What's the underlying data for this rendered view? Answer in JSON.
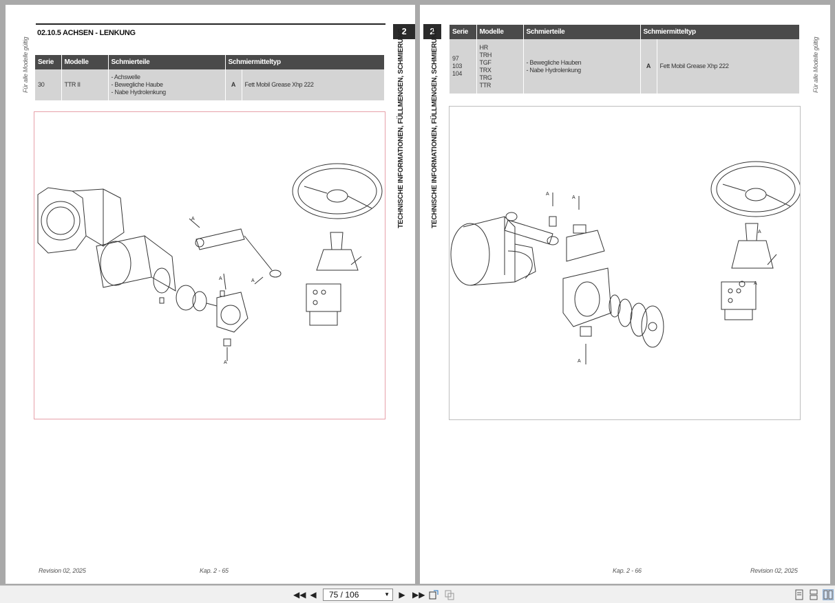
{
  "left_page": {
    "side_note": "Für alle Modelle gültig",
    "vertical_title": "TECHNISCHE INFORMATIONEN, FÜLLMENGEN, SCHMIERUNG",
    "chapter": "2",
    "section_title": "02.10.5   ACHSEN - LENKUNG",
    "table": {
      "headers": [
        "Serie",
        "Modelle",
        "Schmierteile",
        "Schmiermitteltyp"
      ],
      "row": {
        "serie": "30",
        "modelle": "TTR II",
        "schmierteile": [
          "- Achswelle",
          "- Bewegliche Haube",
          "- Nabe Hydrolenkung"
        ],
        "code": "A",
        "type": "Fett Mobil Grease Xhp 222"
      }
    },
    "figure_labels": [
      "A",
      "A",
      "A",
      "A"
    ],
    "footer_left": "Revision 02, 2025",
    "footer_page": "Kap. 2 - 65"
  },
  "right_page": {
    "side_note": "Für alle Modelle gültig",
    "vertical_title": "TECHNISCHE INFORMATIONEN, FÜLLMENGEN, SCHMIERUNG",
    "chapter": "2",
    "table": {
      "headers": [
        "Serie",
        "Modelle",
        "Schmierteile",
        "Schmiermitteltyp"
      ],
      "row": {
        "serie": [
          "97",
          "103",
          "104"
        ],
        "modelle": [
          "HR",
          "TRH",
          "TGF",
          "TRX",
          "TRG",
          "TTR"
        ],
        "schmierteile": [
          "- Bewegliche Hauben",
          "- Nabe Hydrolenkung"
        ],
        "code": "A",
        "type": "Fett Mobil Grease Xhp 222"
      }
    },
    "figure_labels": [
      "A",
      "A",
      "A",
      "A",
      "A"
    ],
    "footer_page": "Kap. 2 - 66",
    "footer_right": "Revision 02, 2025"
  },
  "toolbar": {
    "page_indicator": "75 / 106",
    "icons": [
      "first-page-icon",
      "prev-page-icon",
      "next-page-icon",
      "last-page-icon",
      "rotate-icon",
      "copy-icon",
      "single-page-view-icon",
      "continuous-view-icon",
      "two-page-view-icon"
    ]
  },
  "colors": {
    "header_bg": "#4a4a4a",
    "cell_bg": "#d4d4d4",
    "chapter_box": "#2b2b2b",
    "left_figure_border": "#e6a0a8",
    "right_figure_border": "#bdbdbd"
  }
}
